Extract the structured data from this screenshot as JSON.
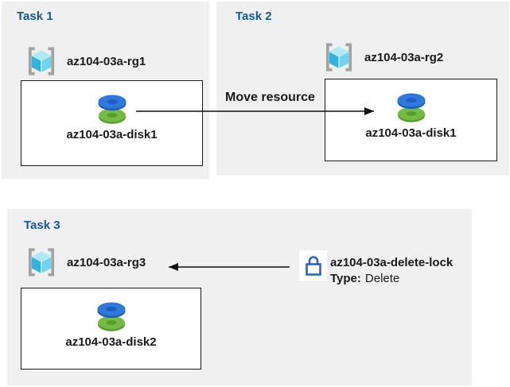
{
  "colors": {
    "panel_bg": "#f0f0f1",
    "title_blue": "#12589c",
    "ink": "#1a1a1a",
    "box_border": "#1c1c1c",
    "arrow": "#111111",
    "bracket_gray": "#a3a3a3",
    "cube_top": "#aee9f8",
    "cube_left": "#2fb4e0",
    "cube_right": "#6bd6f4",
    "disk_blue": "#3079dc",
    "disk_blue_dark": "#1b5ec0",
    "disk_green": "#74bb44",
    "disk_green_dark": "#539f28",
    "lock_blue": "#2565cf"
  },
  "tasks": {
    "task1": {
      "title": "Task 1",
      "resource_group": "az104-03a-rg1",
      "resource": "az104-03a-disk1"
    },
    "task2": {
      "title": "Task 2",
      "resource_group": "az104-03a-rg2",
      "resource": "az104-03a-disk1"
    },
    "task3": {
      "title": "Task 3",
      "resource_group": "az104-03a-rg3",
      "resource": "az104-03a-disk2"
    }
  },
  "arrows": {
    "move": {
      "label": "Move resource"
    },
    "lock": {
      "label": ""
    }
  },
  "lock": {
    "name": "az104-03a-delete-lock",
    "type_label": "Type:",
    "type_value": "Delete"
  },
  "icons": {
    "resource_group": "resource-group-icon",
    "disk": "disk-icon",
    "lock": "lock-icon"
  }
}
